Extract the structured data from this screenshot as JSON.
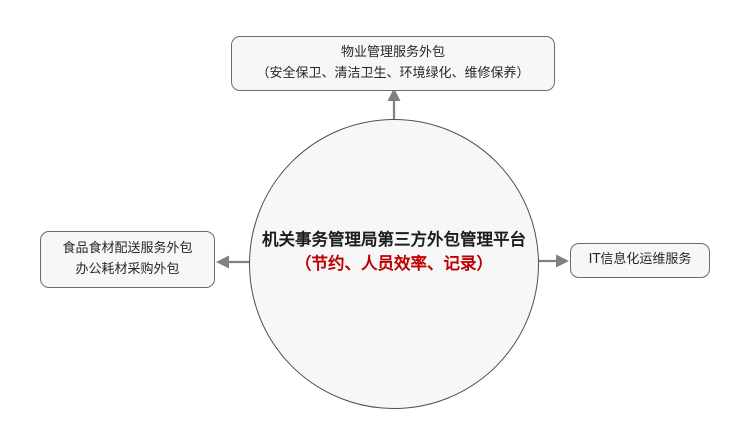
{
  "diagram": {
    "title_center": {
      "line1": "机关事务管理局第三方外包管理平台",
      "line2": "（节约、人员效率、记录）"
    },
    "nodes": {
      "top": {
        "line1": "物业管理服务外包",
        "line2": "（安全保卫、清洁卫生、环境绿化、维修保养）"
      },
      "left": {
        "line1": "食品食材配送服务外包",
        "line2": "办公耗材采购外包"
      },
      "right": {
        "line1": "IT信息化运维服务"
      }
    },
    "colors": {
      "background": "#ffffff",
      "circle_fill": "#f7f7f7",
      "circle_stroke": "#4f4f4f",
      "box_fill": "#f7f7f7",
      "box_stroke": "#6b6b6b",
      "text": "#262626",
      "center_text": "#1c1c1c",
      "accent_red": "#c00000",
      "arrow": "#808080"
    },
    "connectors": [
      {
        "name": "arrow-center-to-top",
        "direction": "up"
      },
      {
        "name": "arrow-center-to-left",
        "direction": "left"
      },
      {
        "name": "arrow-center-to-right",
        "direction": "right"
      }
    ]
  }
}
